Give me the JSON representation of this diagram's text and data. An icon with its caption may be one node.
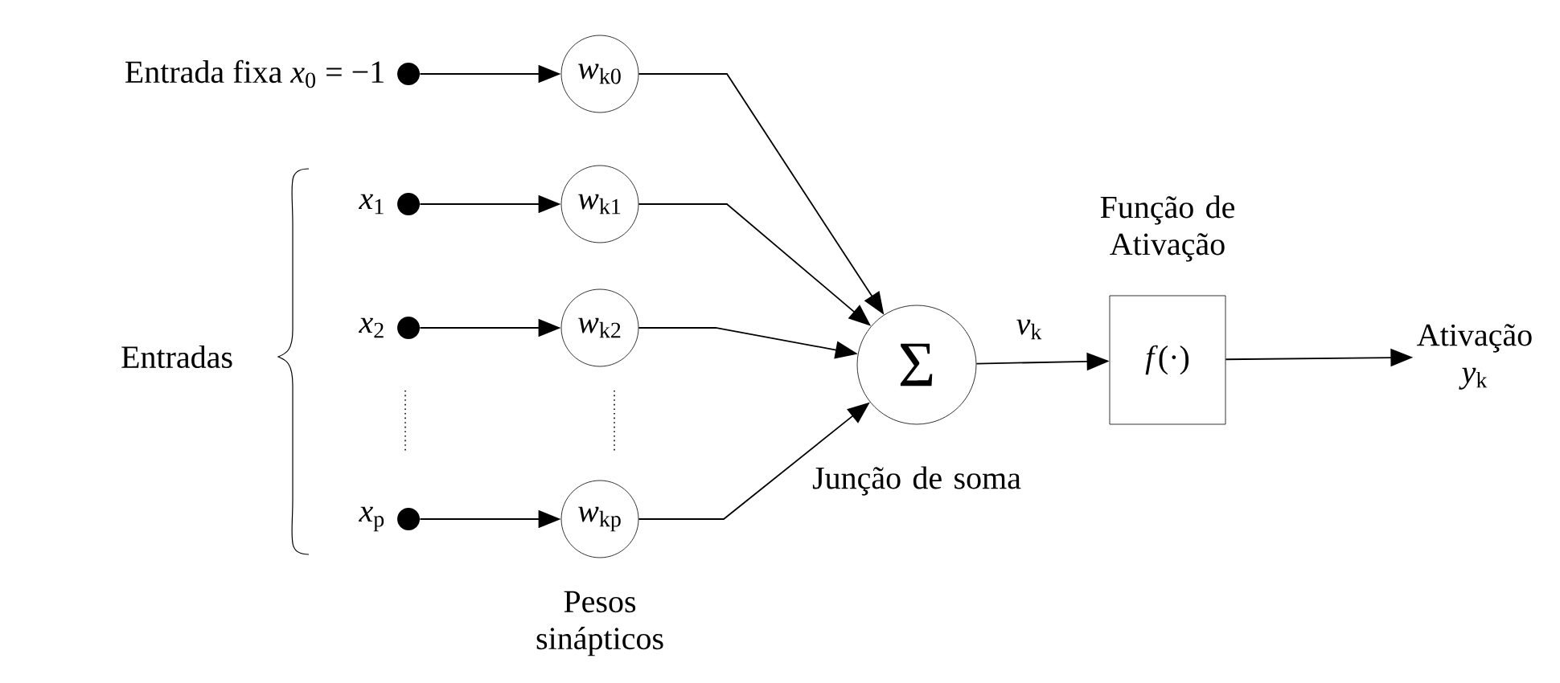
{
  "diagram": {
    "nodes": [
      {
        "text": [],
        "shape": "circle",
        "beside": [
          "Entrada fixa *x*$_{0}$ = −1"
        ]
      },
      {
        "text": [],
        "shape": "circle",
        "beside": [
          "*x*$_{1}$"
        ]
      },
      {
        "text": [],
        "shape": "circle",
        "beside": [
          "*x*$_{2}$"
        ]
      },
      {
        "text": [],
        "shape": "circle",
        "beside": [
          "*x*$_{p}$"
        ]
      },
      {
        "text": [
          "*w*$_{k0}$"
        ]
      },
      {
        "text": [
          "*w*$_{k1}$"
        ]
      },
      {
        "text": [
          "*w*$_{k2}$"
        ]
      },
      {
        "text": [
          "*w*$_{kp}$"
        ]
      },
      {
        "text": [
          "Σ"
        ],
        "beside": [
          "Junção de soma"
        ]
      },
      {
        "text": [
          "*f*(·)"
        ],
        "beside": [
          "Função de Ativação"
        ]
      },
      {
        "text": [
          "Ativação",
          "*y*$_{k}$"
        ]
      }
    ],
    "edges": [
      {
        "from": 0,
        "to": 4,
        "arrow": "to"
      },
      {
        "from": 1,
        "to": 5,
        "arrow": "to"
      },
      {
        "from": 2,
        "to": 6,
        "arrow": "to"
      },
      {
        "from": 3,
        "to": 7,
        "arrow": "to"
      },
      {
        "from": 4,
        "to": 8,
        "arrow": "to"
      },
      {
        "from": 5,
        "to": 8,
        "arrow": "to"
      },
      {
        "from": 6,
        "to": 8,
        "arrow": "to"
      },
      {
        "from": 7,
        "to": 8,
        "arrow": "to"
      },
      {
        "from": 8,
        "to": 9,
        "arrow": "to",
        "label": "*v*$_{k}$"
      },
      {
        "from": 9,
        "to": 10,
        "arrow": "to"
      }
    ],
    "labels": [
      "Entradas",
      "Pesos sinápticos"
    ]
  }
}
